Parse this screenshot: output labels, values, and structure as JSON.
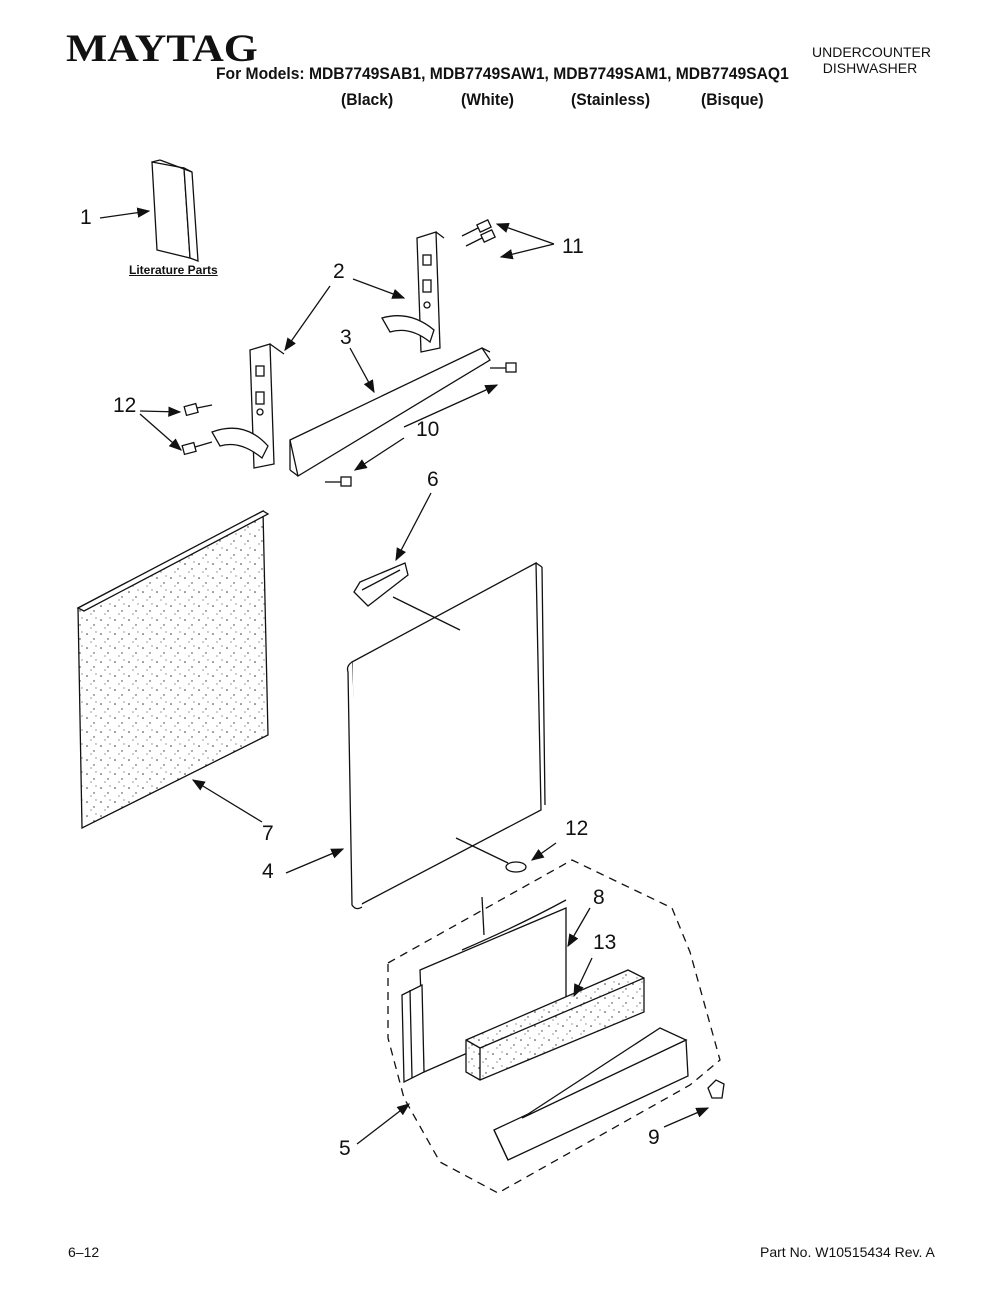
{
  "header": {
    "brand": "MAYTAG",
    "models_line": "For Models: MDB7749SAB1, MDB7749SAW1, MDB7749SAM1, MDB7749SAQ1",
    "colors": [
      "(Black)",
      "(White)",
      "(Stainless)",
      "(Bisque)"
    ],
    "product_type_line1": "UNDERCOUNTER",
    "product_type_line2": "DISHWASHER"
  },
  "diagram": {
    "literature_label": "Literature Parts",
    "callouts": [
      "1",
      "2",
      "3",
      "4",
      "5",
      "6",
      "7",
      "8",
      "9",
      "10",
      "11",
      "12",
      "12",
      "13"
    ]
  },
  "footer": {
    "page": "6–12",
    "part_no": "Part No. W10515434 Rev. A"
  }
}
